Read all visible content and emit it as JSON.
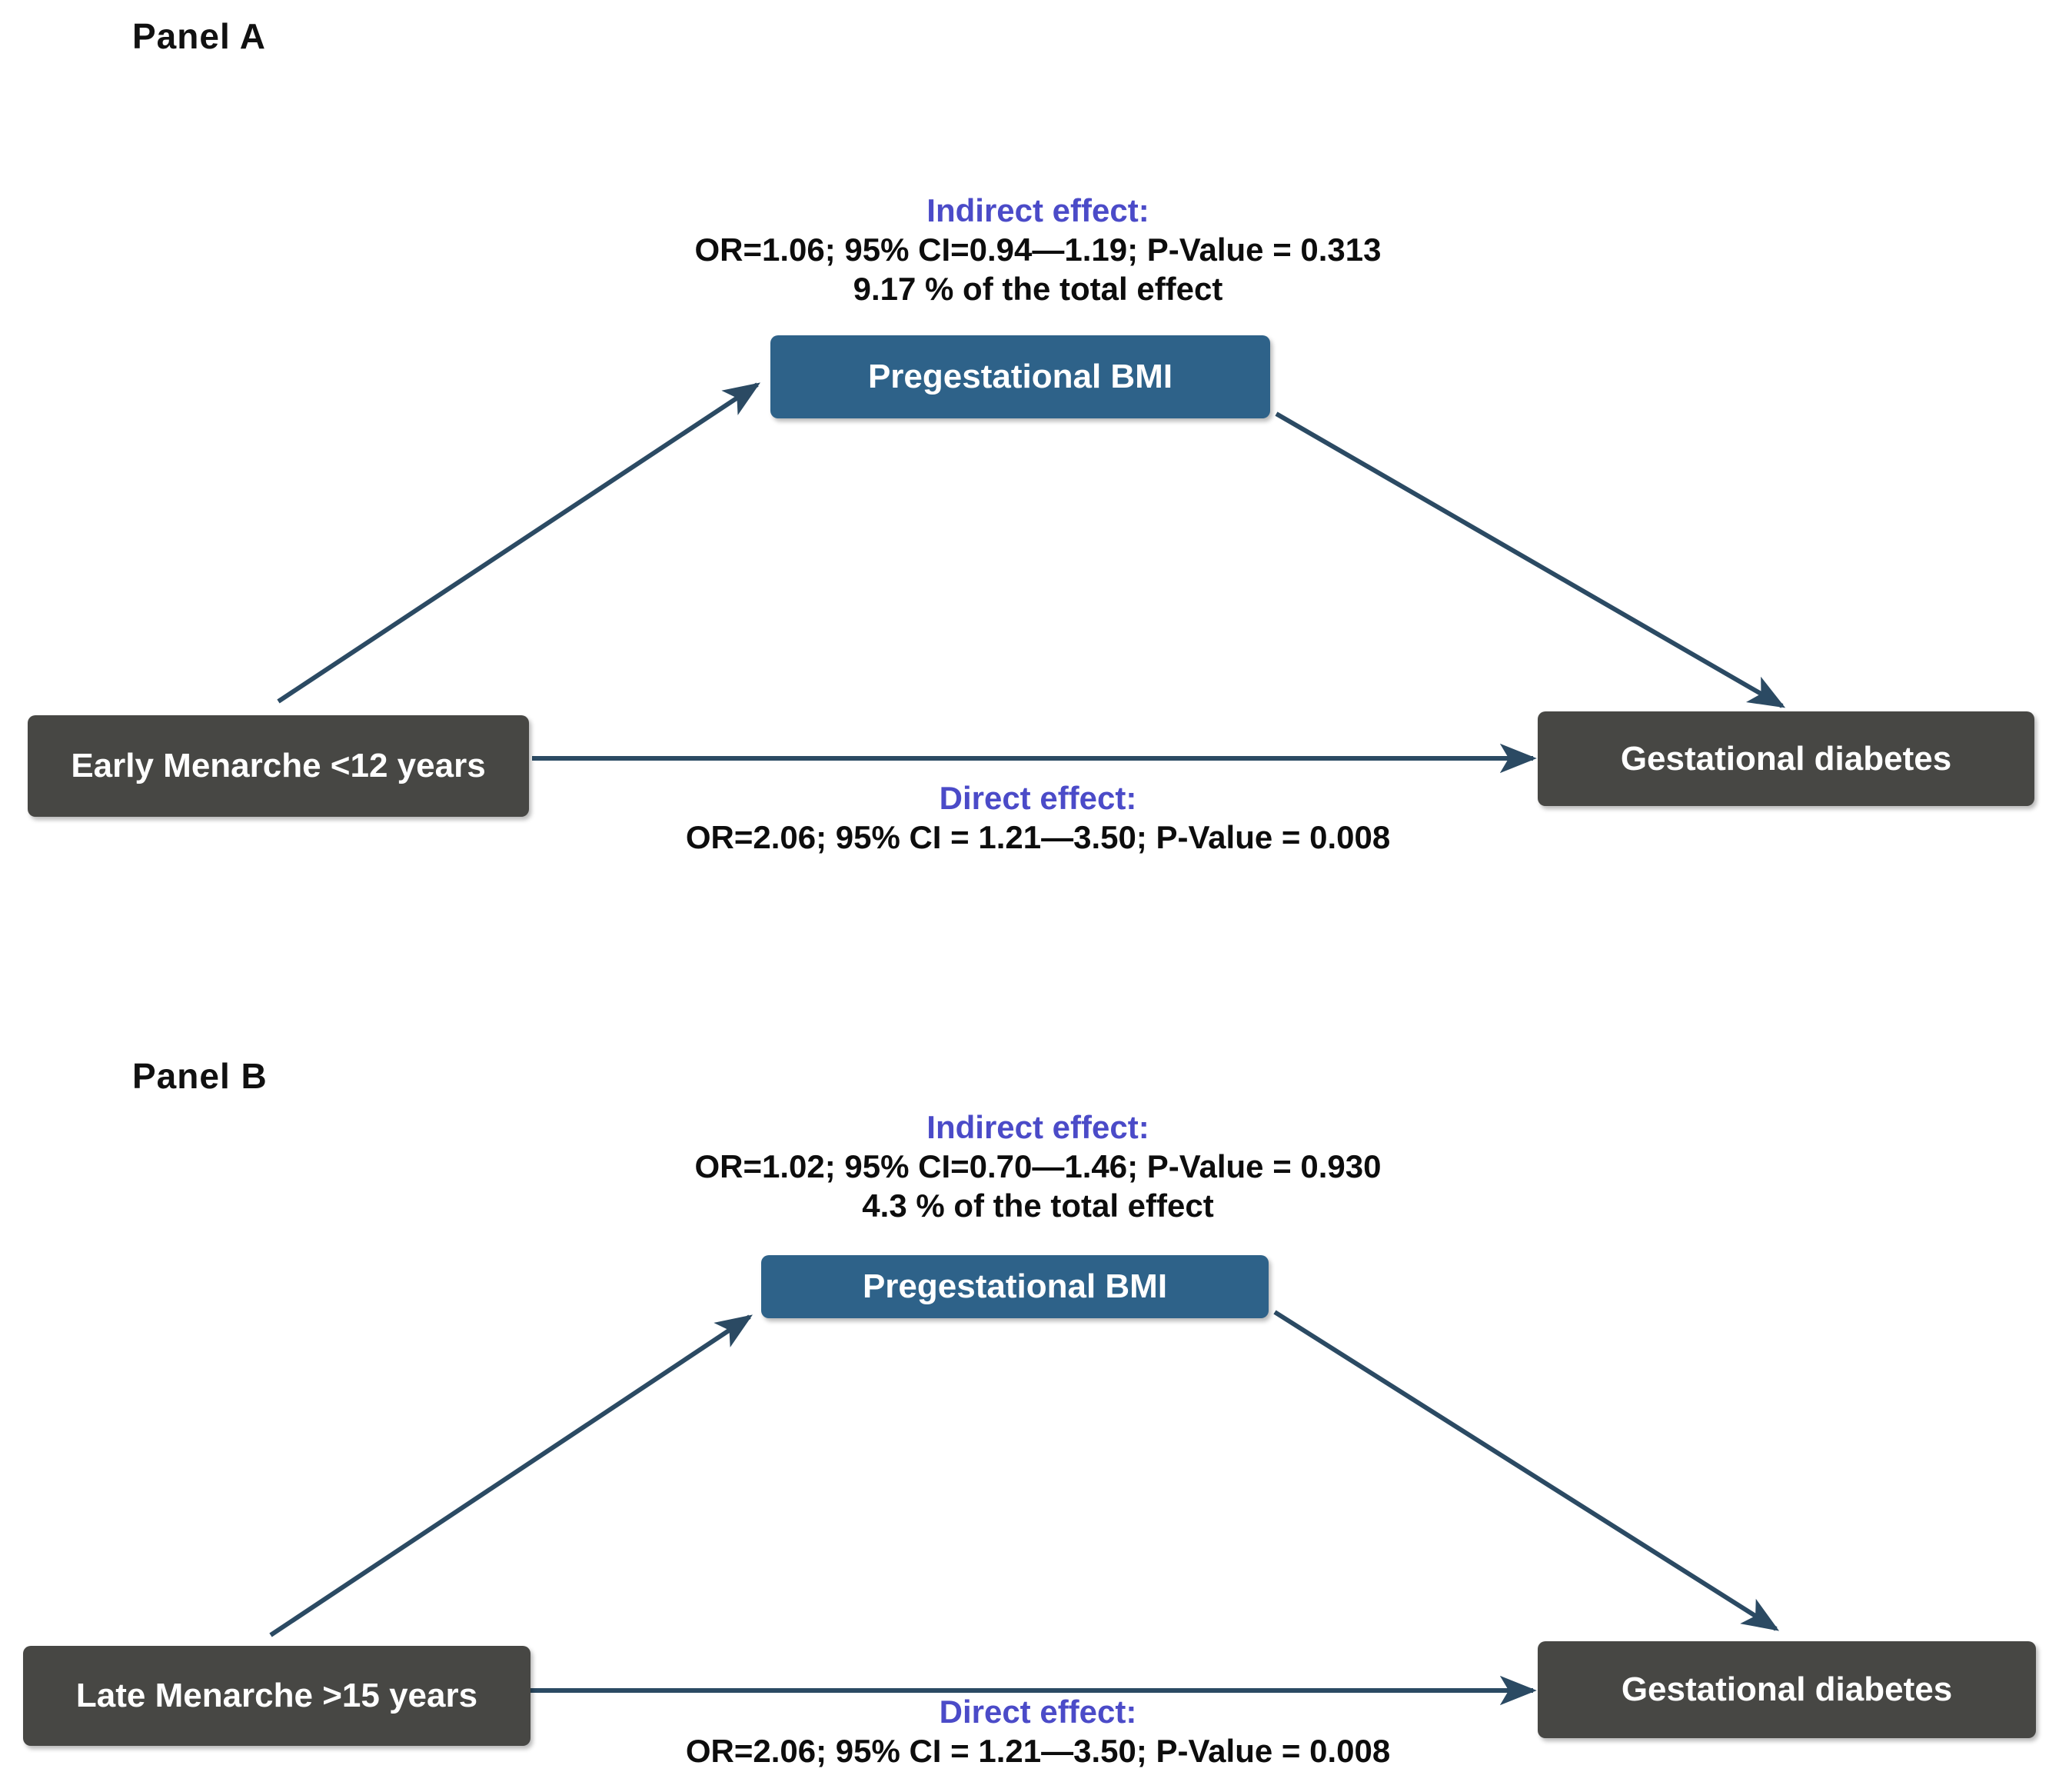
{
  "figure": {
    "type": "mediation-diagram",
    "panels": [
      {
        "label": "Panel  A",
        "exposure": "Early Menarche <12 years",
        "mediator": "Pregestational BMI",
        "outcome": "Gestational diabetes",
        "indirect": {
          "title": "Indirect effect:",
          "stats": "OR=1.06; 95% CI=0.94—1.19; P-Value = 0.313",
          "proportion": "9.17 % of the total effect"
        },
        "direct": {
          "title": "Direct effect:",
          "stats": "OR=2.06; 95% CI = 1.21—3.50; P-Value = 0.008"
        }
      },
      {
        "label": "Panel  B",
        "exposure": "Late Menarche >15 years",
        "mediator": "Pregestational BMI",
        "outcome": "Gestational diabetes",
        "indirect": {
          "title": "Indirect effect:",
          "stats": "OR=1.02; 95% CI=0.70—1.46; P-Value = 0.930",
          "proportion": "4.3 % of the total effect"
        },
        "direct": {
          "title": "Direct effect:",
          "stats": "OR=2.06; 95% CI = 1.21—3.50; P-Value = 0.008"
        }
      }
    ],
    "colors": {
      "mediator_box": "#2e6289",
      "terminal_box": "#474744",
      "arrow": "#2b4a63",
      "effect_title": "#4b4bc8",
      "effect_text": "#0d0d0d",
      "background": "#ffffff"
    }
  },
  "chart_data": {
    "type": "diagram",
    "title": "Mediation analysis of menarche age, pregestational BMI and gestational diabetes",
    "nodes": [
      {
        "id": "exposure_a",
        "label": "Early Menarche <12 years",
        "panel": "A",
        "role": "exposure"
      },
      {
        "id": "mediator_a",
        "label": "Pregestational BMI",
        "panel": "A",
        "role": "mediator"
      },
      {
        "id": "outcome_a",
        "label": "Gestational diabetes",
        "panel": "A",
        "role": "outcome"
      },
      {
        "id": "exposure_b",
        "label": "Late Menarche >15 years",
        "panel": "B",
        "role": "exposure"
      },
      {
        "id": "mediator_b",
        "label": "Pregestational BMI",
        "panel": "B",
        "role": "mediator"
      },
      {
        "id": "outcome_b",
        "label": "Gestational diabetes",
        "panel": "B",
        "role": "outcome"
      }
    ],
    "edges": [
      {
        "panel": "A",
        "from": "exposure_a",
        "to": "mediator_a",
        "path": "indirect"
      },
      {
        "panel": "A",
        "from": "mediator_a",
        "to": "outcome_a",
        "path": "indirect"
      },
      {
        "panel": "A",
        "from": "exposure_a",
        "to": "outcome_a",
        "path": "direct",
        "OR": 2.06,
        "ci_low": 1.21,
        "ci_high": 3.5,
        "p_value": 0.008
      },
      {
        "panel": "B",
        "from": "exposure_b",
        "to": "mediator_b",
        "path": "indirect"
      },
      {
        "panel": "B",
        "from": "mediator_b",
        "to": "outcome_b",
        "path": "indirect"
      },
      {
        "panel": "B",
        "from": "exposure_b",
        "to": "outcome_b",
        "path": "direct",
        "OR": 2.06,
        "ci_low": 1.21,
        "ci_high": 3.5,
        "p_value": 0.008
      }
    ],
    "effects": [
      {
        "panel": "A",
        "effect": "indirect",
        "OR": 1.06,
        "ci_low": 0.94,
        "ci_high": 1.19,
        "p_value": 0.313,
        "proportion_mediated_pct": 9.17
      },
      {
        "panel": "A",
        "effect": "direct",
        "OR": 2.06,
        "ci_low": 1.21,
        "ci_high": 3.5,
        "p_value": 0.008
      },
      {
        "panel": "B",
        "effect": "indirect",
        "OR": 1.02,
        "ci_low": 0.7,
        "ci_high": 1.46,
        "p_value": 0.93,
        "proportion_mediated_pct": 4.3
      },
      {
        "panel": "B",
        "effect": "direct",
        "OR": 2.06,
        "ci_low": 1.21,
        "ci_high": 3.5,
        "p_value": 0.008
      }
    ]
  }
}
